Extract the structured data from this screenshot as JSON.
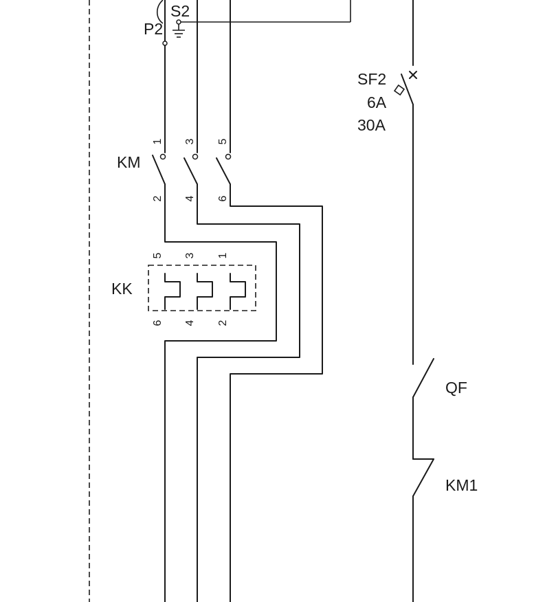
{
  "diagram": {
    "top_labels": {
      "s2": "S2",
      "p2": "P2"
    },
    "breaker_sf2": {
      "name": "SF2",
      "rating": "6A",
      "trip": "30A"
    },
    "contactor_km": {
      "name": "KM",
      "top_terminals": [
        "1",
        "3",
        "5"
      ],
      "bottom_terminals": [
        "2",
        "4",
        "6"
      ]
    },
    "relay_kk": {
      "name": "KK",
      "top_terminals": [
        "5",
        "3",
        "1"
      ],
      "bottom_terminals": [
        "6",
        "4",
        "2"
      ]
    },
    "contact_qf": {
      "name": "QF"
    },
    "contact_km1": {
      "name": "KM1"
    }
  }
}
